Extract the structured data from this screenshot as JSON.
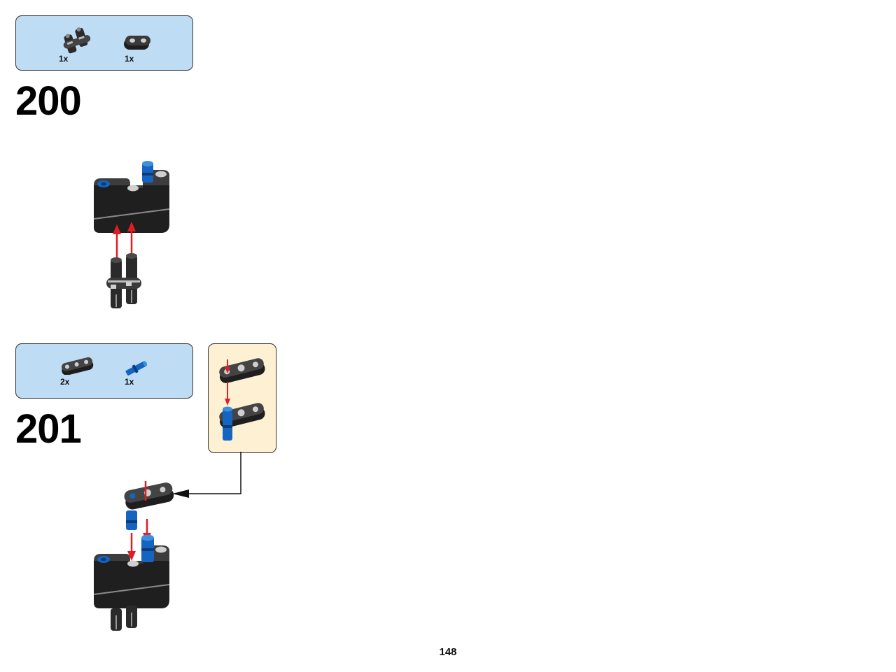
{
  "steps": [
    {
      "number": "200",
      "parts": [
        {
          "icon": "double-pin-connector-icon",
          "qty": "1x"
        },
        {
          "icon": "small-beam-icon",
          "qty": "1x"
        }
      ]
    },
    {
      "number": "201",
      "parts": [
        {
          "icon": "liftarm-3-icon",
          "qty": "2x"
        },
        {
          "icon": "blue-axle-pin-icon",
          "qty": "1x"
        }
      ]
    }
  ],
  "page_number": "148",
  "colors": {
    "parts_box": "#bfdcf5",
    "callout_box": "#fdf0d3",
    "arrow": "#e31b23",
    "brick_dark": "#2a2a2a",
    "brick_blue": "#1565c0"
  }
}
